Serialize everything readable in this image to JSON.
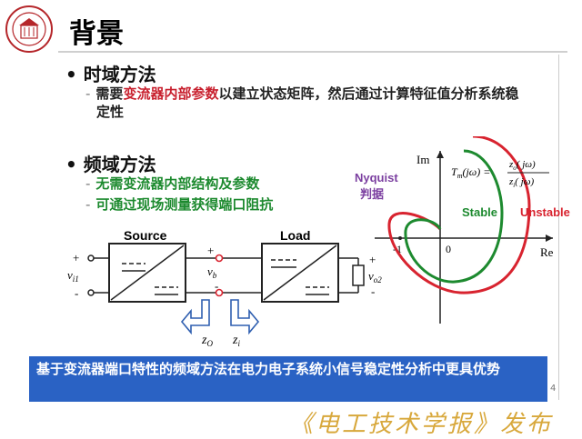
{
  "title": "背景",
  "sections": [
    {
      "heading": "时域方法",
      "items": [
        {
          "parts": [
            {
              "text": "需要",
              "style": "normal"
            },
            {
              "text": "变流器内部参数",
              "style": "red"
            },
            {
              "text": "以建立状态矩阵，然后通过计算特征值分析系统稳",
              "style": "normal"
            }
          ]
        },
        {
          "parts": [
            {
              "text": "定性",
              "style": "normal"
            }
          ]
        }
      ]
    },
    {
      "heading": "频域方法",
      "items": [
        {
          "parts": [
            {
              "text": "无需变流器内部结构及参数",
              "style": "green"
            }
          ]
        },
        {
          "parts": [
            {
              "text": "可通过现场测量获得端口阻抗",
              "style": "green"
            }
          ]
        }
      ]
    }
  ],
  "circuit": {
    "source_label": "Source",
    "load_label": "Load",
    "plus": "+",
    "minus": "-",
    "vi1": "v",
    "vi1_sub": "i1",
    "vb": "v",
    "vb_sub": "b",
    "vo2": "v",
    "vo2_sub": "o2",
    "zo": "z",
    "zo_sub": "O",
    "zi": "z",
    "zi_sub": "i"
  },
  "nyquist": {
    "im_label": "Im",
    "re_label": "Re",
    "origin_label": "0",
    "minus_one_label": "-1",
    "title_line1": "Nyquist",
    "title_line2": "判据",
    "stable_label": "Stable",
    "unstable_label": "Unstable",
    "formula_lhs": "T",
    "formula_lhs_sub": "m",
    "formula_lhs_arg": "(jω) =",
    "formula_num": "z",
    "formula_num_sub": "o",
    "formula_num_arg": "( jω)",
    "formula_den": "z",
    "formula_den_sub": "i",
    "formula_den_arg": "( jω)",
    "stable_color": "#1d8a2f",
    "unstable_color": "#d8232f"
  },
  "conclusion": "基于变流器端口特性的频域方法在电力电子系统小信号稳定性分析中更具优势",
  "page_number": "4",
  "watermark": "《电工技术学报》发布",
  "colors": {
    "accent_red": "#c8202e",
    "accent_green": "#1d8a2f",
    "conclusion_bg": "#2a62c4",
    "nyquist_title": "#7b3fa0",
    "impedance_arrow": "#2f5fb0"
  }
}
